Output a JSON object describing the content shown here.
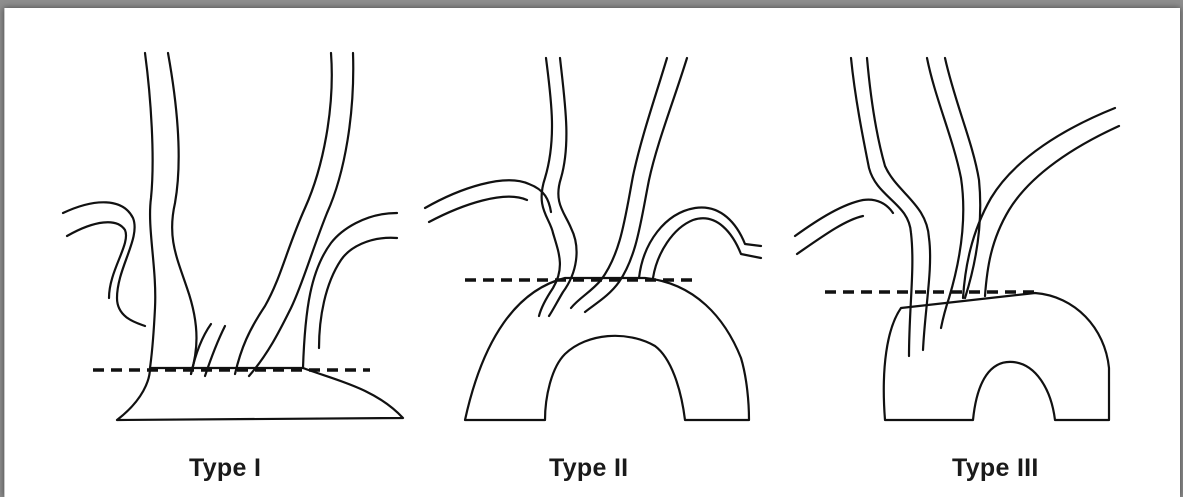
{
  "figure": {
    "panels": [
      {
        "label": "Type I"
      },
      {
        "label": "Type II"
      },
      {
        "label": "Type III"
      }
    ]
  }
}
